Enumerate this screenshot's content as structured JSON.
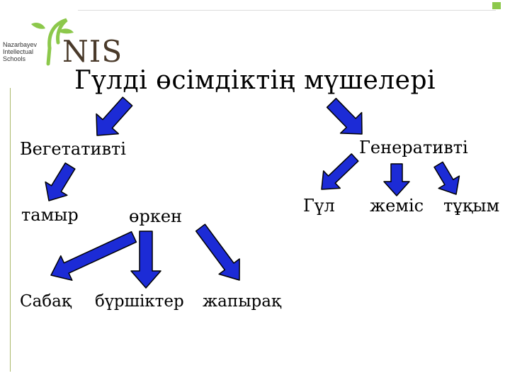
{
  "logo": {
    "text_lines": [
      "Nazarbayev",
      "Intellectual",
      "Schools"
    ],
    "brand": "NIS"
  },
  "title": "Гүлді өсімдіктің мүшелері",
  "nodes": {
    "vegetative": "Вегетативті",
    "generative": "Генеративті",
    "root": "тамыр",
    "shoot": "өркен",
    "stem": "Сабақ",
    "buds": "бүршіктер",
    "leaf": "жапырақ",
    "flower": "Гүл",
    "fruit": "жеміс",
    "seed": "тұқым"
  },
  "colors": {
    "arrow_fill": "#1c2bd6",
    "arrow_stroke": "#000000",
    "logo_green": "#8cc84b",
    "logo_brown": "#4a3a2a"
  }
}
